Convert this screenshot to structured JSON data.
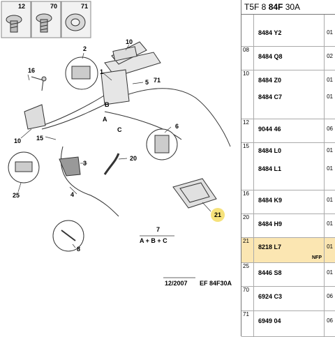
{
  "header": {
    "prefix": "T5F 8 ",
    "bold": "84F",
    "suffix": " 30A"
  },
  "callouts": {
    "c1": "1",
    "c2": "2",
    "c3": "3",
    "c4": "4",
    "c5": "5",
    "c6": "6",
    "c7": "7",
    "c8": "8",
    "c10a": "10",
    "c10b": "10",
    "c12": "12",
    "c15": "15",
    "c16": "16",
    "c20": "20",
    "c21": "21",
    "c25": "25",
    "c70": "70",
    "c71a": "71",
    "c71b": "71",
    "la": "A",
    "lb": "B",
    "lc": "C"
  },
  "formula": "A + B + C",
  "footer": {
    "date": "12/2007",
    "code": "EF 84F30A"
  },
  "rows": [
    {
      "sec": "",
      "refs": [
        "8484 Y2"
      ],
      "qty": [
        "01"
      ]
    },
    {
      "sec": "08",
      "refs": [
        "8484 Q8"
      ],
      "qty": [
        "02"
      ]
    },
    {
      "sec": "10",
      "refs": [
        "8484 Z0",
        "8484 C7"
      ],
      "qty": [
        "01",
        "01"
      ]
    },
    {
      "sec": "12",
      "refs": [
        "9044 46"
      ],
      "qty": [
        "06"
      ]
    },
    {
      "sec": "15",
      "refs": [
        "8484 L0",
        "8484 L1"
      ],
      "qty": [
        "01",
        "01"
      ]
    },
    {
      "sec": "16",
      "refs": [
        "8484 K9"
      ],
      "qty": [
        "01"
      ]
    },
    {
      "sec": "20",
      "refs": [
        "8484 H9"
      ],
      "qty": [
        "01"
      ]
    },
    {
      "sec": "21",
      "refs": [
        "8218 L7"
      ],
      "qty": [
        "01"
      ],
      "note": "NFP"
    },
    {
      "sec": "25",
      "refs": [
        "8446 S8"
      ],
      "qty": [
        "01"
      ]
    },
    {
      "sec": "70",
      "refs": [
        "6924 C3"
      ],
      "qty": [
        "06"
      ]
    },
    {
      "sec": "71",
      "refs": [
        "6949 04"
      ],
      "qty": [
        "06"
      ]
    }
  ]
}
